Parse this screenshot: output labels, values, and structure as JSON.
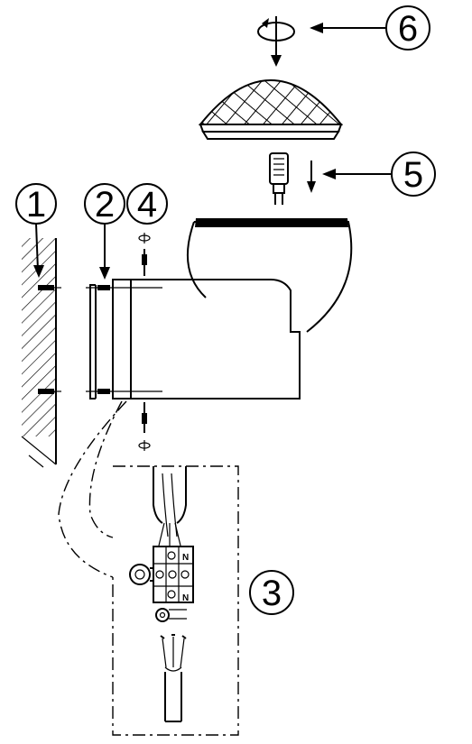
{
  "callouts": [
    {
      "id": "1",
      "label": "1"
    },
    {
      "id": "2",
      "label": "2"
    },
    {
      "id": "3",
      "label": "3"
    },
    {
      "id": "4",
      "label": "4"
    },
    {
      "id": "5",
      "label": "5"
    },
    {
      "id": "6",
      "label": "6"
    }
  ],
  "terminal_block": {
    "label_top": "N",
    "label_bottom": "N"
  },
  "icons": {
    "rotate": "rotate-icon",
    "arrow": "arrow-icon",
    "screw": "screw-icon",
    "wall": "wall-icon",
    "bulb": "bulb-icon"
  }
}
